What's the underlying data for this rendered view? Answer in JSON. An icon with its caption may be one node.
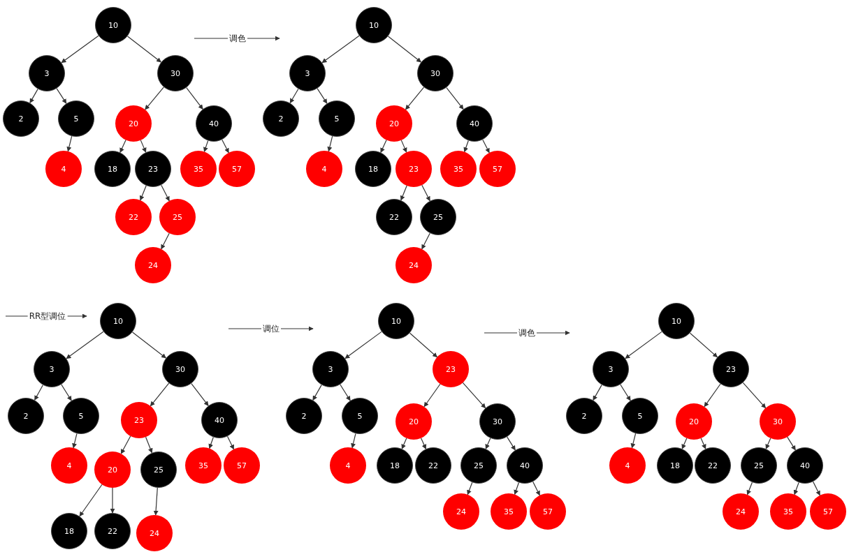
{
  "diagram": {
    "nodes": [
      {
        "text": [
          "10"
        ]
      },
      {
        "text": [
          "3"
        ]
      },
      {
        "text": [
          "30"
        ]
      },
      {
        "text": [
          "2"
        ]
      },
      {
        "text": [
          "5"
        ]
      },
      {
        "text": [
          "20"
        ]
      },
      {
        "text": [
          "40"
        ]
      },
      {
        "text": [
          "4"
        ]
      },
      {
        "text": [
          "18"
        ]
      },
      {
        "text": [
          "23"
        ]
      },
      {
        "text": [
          "35"
        ]
      },
      {
        "text": [
          "57"
        ]
      },
      {
        "text": [
          "22"
        ]
      },
      {
        "text": [
          "25"
        ]
      },
      {
        "text": [
          "24"
        ]
      },
      {
        "text": [
          "10"
        ]
      },
      {
        "text": [
          "3"
        ]
      },
      {
        "text": [
          "30"
        ]
      },
      {
        "text": [
          "2"
        ]
      },
      {
        "text": [
          "5"
        ]
      },
      {
        "text": [
          "20"
        ]
      },
      {
        "text": [
          "40"
        ]
      },
      {
        "text": [
          "4"
        ]
      },
      {
        "text": [
          "18"
        ]
      },
      {
        "text": [
          "23"
        ]
      },
      {
        "text": [
          "35"
        ]
      },
      {
        "text": [
          "57"
        ]
      },
      {
        "text": [
          "22"
        ]
      },
      {
        "text": [
          "25"
        ]
      },
      {
        "text": [
          "24"
        ]
      },
      {
        "text": [
          "10"
        ]
      },
      {
        "text": [
          "3"
        ]
      },
      {
        "text": [
          "30"
        ]
      },
      {
        "text": [
          "2"
        ]
      },
      {
        "text": [
          "5"
        ]
      },
      {
        "text": [
          "23"
        ]
      },
      {
        "text": [
          "40"
        ]
      },
      {
        "text": [
          "4"
        ]
      },
      {
        "text": [
          "20"
        ]
      },
      {
        "text": [
          "25"
        ]
      },
      {
        "text": [
          "35"
        ]
      },
      {
        "text": [
          "57"
        ]
      },
      {
        "text": [
          "18"
        ]
      },
      {
        "text": [
          "22"
        ]
      },
      {
        "text": [
          "24"
        ]
      },
      {
        "text": [
          "10"
        ]
      },
      {
        "text": [
          "3"
        ]
      },
      {
        "text": [
          "23"
        ]
      },
      {
        "text": [
          "2"
        ]
      },
      {
        "text": [
          "5"
        ]
      },
      {
        "text": [
          "20"
        ]
      },
      {
        "text": [
          "30"
        ]
      },
      {
        "text": [
          "4"
        ]
      },
      {
        "text": [
          "18"
        ]
      },
      {
        "text": [
          "22"
        ]
      },
      {
        "text": [
          "25"
        ]
      },
      {
        "text": [
          "40"
        ]
      },
      {
        "text": [
          "24"
        ]
      },
      {
        "text": [
          "35"
        ]
      },
      {
        "text": [
          "57"
        ]
      },
      {
        "text": [
          "10"
        ]
      },
      {
        "text": [
          "3"
        ]
      },
      {
        "text": [
          "23"
        ]
      },
      {
        "text": [
          "2"
        ]
      },
      {
        "text": [
          "5"
        ]
      },
      {
        "text": [
          "20"
        ]
      },
      {
        "text": [
          "30"
        ]
      },
      {
        "text": [
          "4"
        ]
      },
      {
        "text": [
          "18"
        ]
      },
      {
        "text": [
          "22"
        ]
      },
      {
        "text": [
          "25"
        ]
      },
      {
        "text": [
          "40"
        ]
      },
      {
        "text": [
          "24"
        ]
      },
      {
        "text": [
          "35"
        ]
      },
      {
        "text": [
          "57"
        ]
      }
    ],
    "edges": [
      {
        "from": 0,
        "to": 1,
        "arrow": "to"
      },
      {
        "from": 0,
        "to": 2,
        "arrow": "to"
      },
      {
        "from": 1,
        "to": 3,
        "arrow": "to"
      },
      {
        "from": 1,
        "to": 4,
        "arrow": "to"
      },
      {
        "from": 2,
        "to": 5,
        "arrow": "to"
      },
      {
        "from": 2,
        "to": 6,
        "arrow": "to"
      },
      {
        "from": 4,
        "to": 7,
        "arrow": "to"
      },
      {
        "from": 5,
        "to": 8,
        "arrow": "to"
      },
      {
        "from": 5,
        "to": 9,
        "arrow": "to"
      },
      {
        "from": 6,
        "to": 10,
        "arrow": "to"
      },
      {
        "from": 6,
        "to": 11,
        "arrow": "to"
      },
      {
        "from": 9,
        "to": 12,
        "arrow": "to"
      },
      {
        "from": 9,
        "to": 13,
        "arrow": "to"
      },
      {
        "from": 13,
        "to": 14,
        "arrow": "to"
      },
      {
        "from": 15,
        "to": 16,
        "arrow": "to"
      },
      {
        "from": 15,
        "to": 17,
        "arrow": "to"
      },
      {
        "from": 16,
        "to": 18,
        "arrow": "to"
      },
      {
        "from": 16,
        "to": 19,
        "arrow": "to"
      },
      {
        "from": 17,
        "to": 20,
        "arrow": "to"
      },
      {
        "from": 17,
        "to": 21,
        "arrow": "to"
      },
      {
        "from": 19,
        "to": 22,
        "arrow": "to"
      },
      {
        "from": 20,
        "to": 23,
        "arrow": "to"
      },
      {
        "from": 20,
        "to": 24,
        "arrow": "to"
      },
      {
        "from": 21,
        "to": 25,
        "arrow": "to"
      },
      {
        "from": 21,
        "to": 26,
        "arrow": "to"
      },
      {
        "from": 24,
        "to": 27,
        "arrow": "to"
      },
      {
        "from": 24,
        "to": 28,
        "arrow": "to"
      },
      {
        "from": 28,
        "to": 29,
        "arrow": "to"
      },
      {
        "from": 30,
        "to": 31,
        "arrow": "to"
      },
      {
        "from": 30,
        "to": 32,
        "arrow": "to"
      },
      {
        "from": 31,
        "to": 33,
        "arrow": "to"
      },
      {
        "from": 31,
        "to": 34,
        "arrow": "to"
      },
      {
        "from": 32,
        "to": 35,
        "arrow": "to"
      },
      {
        "from": 32,
        "to": 36,
        "arrow": "to"
      },
      {
        "from": 34,
        "to": 37,
        "arrow": "to"
      },
      {
        "from": 35,
        "to": 38,
        "arrow": "to"
      },
      {
        "from": 35,
        "to": 39,
        "arrow": "to"
      },
      {
        "from": 36,
        "to": 40,
        "arrow": "to"
      },
      {
        "from": 36,
        "to": 41,
        "arrow": "to"
      },
      {
        "from": 38,
        "to": 42,
        "arrow": "to"
      },
      {
        "from": 38,
        "to": 43,
        "arrow": "to"
      },
      {
        "from": 39,
        "to": 44,
        "arrow": "to"
      },
      {
        "from": 45,
        "to": 46,
        "arrow": "to"
      },
      {
        "from": 45,
        "to": 47,
        "arrow": "to"
      },
      {
        "from": 46,
        "to": 48,
        "arrow": "to"
      },
      {
        "from": 46,
        "to": 49,
        "arrow": "to"
      },
      {
        "from": 47,
        "to": 50,
        "arrow": "to"
      },
      {
        "from": 47,
        "to": 51,
        "arrow": "to"
      },
      {
        "from": 49,
        "to": 52,
        "arrow": "to"
      },
      {
        "from": 50,
        "to": 53,
        "arrow": "to"
      },
      {
        "from": 50,
        "to": 54,
        "arrow": "to"
      },
      {
        "from": 51,
        "to": 55,
        "arrow": "to"
      },
      {
        "from": 51,
        "to": 56,
        "arrow": "to"
      },
      {
        "from": 55,
        "to": 57,
        "arrow": "to"
      },
      {
        "from": 56,
        "to": 58,
        "arrow": "to"
      },
      {
        "from": 56,
        "to": 59,
        "arrow": "to"
      },
      {
        "from": 60,
        "to": 61,
        "arrow": "to"
      },
      {
        "from": 60,
        "to": 62,
        "arrow": "to"
      },
      {
        "from": 61,
        "to": 63,
        "arrow": "to"
      },
      {
        "from": 61,
        "to": 64,
        "arrow": "to"
      },
      {
        "from": 62,
        "to": 65,
        "arrow": "to"
      },
      {
        "from": 62,
        "to": 66,
        "arrow": "to"
      },
      {
        "from": 64,
        "to": 67,
        "arrow": "to"
      },
      {
        "from": 65,
        "to": 68,
        "arrow": "to"
      },
      {
        "from": 65,
        "to": 69,
        "arrow": "to"
      },
      {
        "from": 66,
        "to": 70,
        "arrow": "to"
      },
      {
        "from": 66,
        "to": 71,
        "arrow": "to"
      },
      {
        "from": 70,
        "to": 72,
        "arrow": "to"
      },
      {
        "from": 71,
        "to": 73,
        "arrow": "to"
      },
      {
        "from": 71,
        "to": 74,
        "arrow": "to"
      }
    ],
    "labels": [
      "调色",
      "RR型调位",
      "调位",
      "调色"
    ]
  }
}
